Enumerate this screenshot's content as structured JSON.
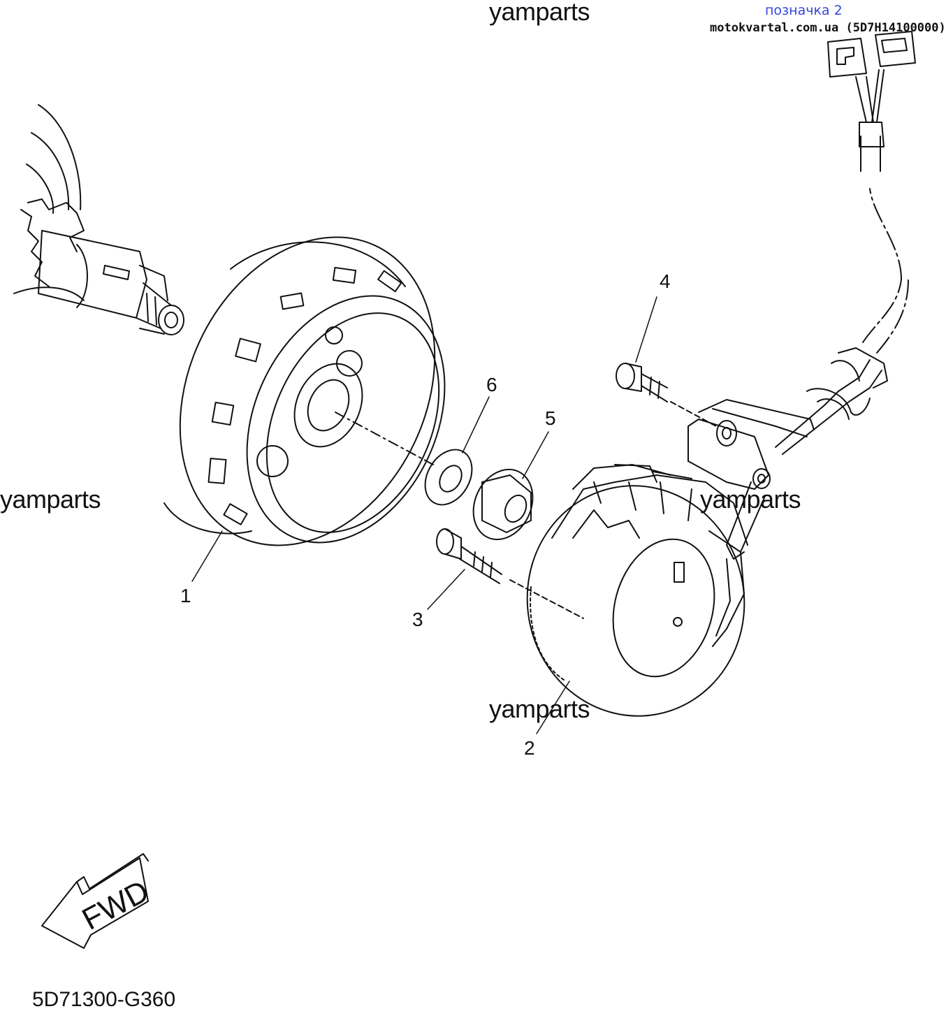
{
  "header": {
    "ref_link_label": "позначка 2",
    "site_label": "motokvartal.com.ua (5D7H14100000)"
  },
  "watermarks": [
    "yamparts",
    "yamparts",
    "yamparts",
    "yamparts"
  ],
  "callouts": [
    "1",
    "2",
    "3",
    "4",
    "5",
    "6"
  ],
  "direction_label": "FWD",
  "diagram_code": "5D71300-G360"
}
